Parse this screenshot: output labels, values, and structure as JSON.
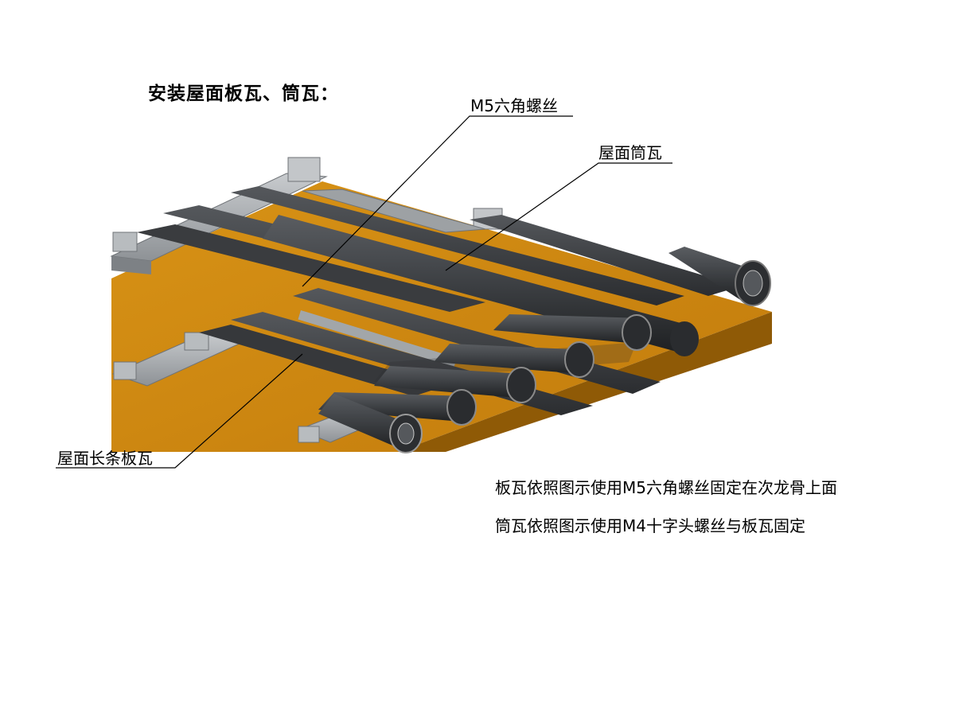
{
  "title": "安装屋面板瓦、筒瓦：",
  "callouts": {
    "hex_screw": "M5六角螺丝",
    "cover_tile": "屋面筒瓦",
    "pan_tile": "屋面长条板瓦"
  },
  "notes": [
    "板瓦依照图示使用M5六角螺丝固定在次龙骨上面",
    "筒瓦依照图示使用M4十字头螺丝与板瓦固定"
  ],
  "colors": {
    "deck": "#c9830e",
    "tile": "#3b3d40",
    "purlin": "#a7abae"
  }
}
